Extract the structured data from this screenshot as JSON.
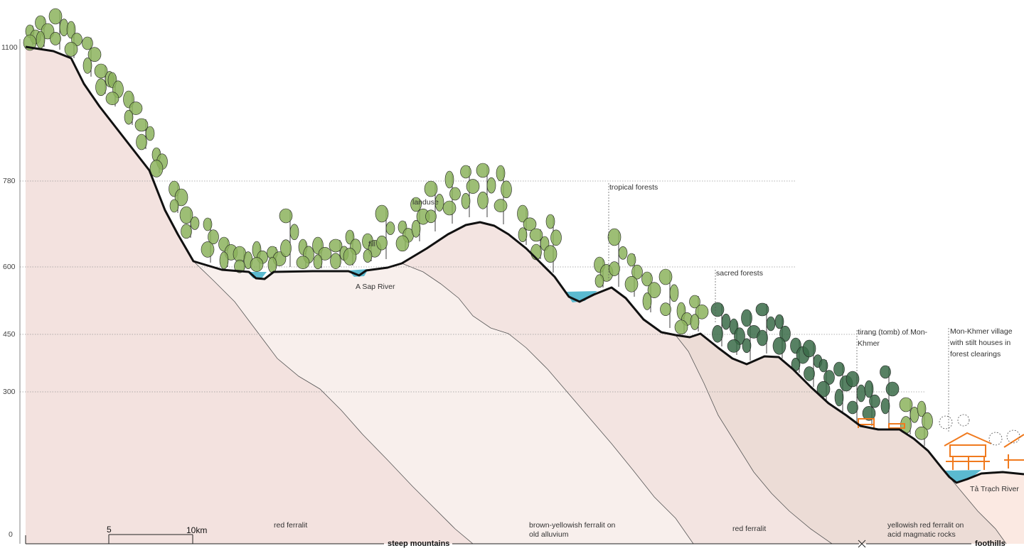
{
  "colors": {
    "layer_1": "#f3e2df",
    "layer_2": "#f8efec",
    "layer_3": "#f3e4e1",
    "layer_4": "#ecdcd6",
    "layer_5": "#fbe9e2",
    "terrain_line": "#111111",
    "river": "#5bbad0",
    "stilt_houses": "#f07a1e",
    "tree_light": "#8cb35d",
    "tree_dark": "#3a6b48"
  },
  "y_axis": {
    "ticks": [
      "1100",
      "780",
      "600",
      "450",
      "300",
      "0"
    ]
  },
  "rivers": {
    "a_sap": "A Sap River",
    "ta_trach": "Tả Trạch River"
  },
  "annotations": {
    "tropical_forests": "tropical forests",
    "sacred_forests": "sacred forests",
    "tomb_line1": "tirang (tomb) of Mon-",
    "tomb_line2": "Khmer",
    "village_line1": "Mon-Khmer village",
    "village_line2": "with stilt houses in",
    "village_line3": "forest clearings",
    "fill": "fill",
    "landuse": "landuse"
  },
  "soils": {
    "red_ferralit_1": "red ferralit",
    "brown_line1": "brown-yellowish ferralit on",
    "brown_line2": "old alluvium",
    "red_ferralit_2": "red ferralit",
    "yellow_line1": "yellowish red ferralit on",
    "yellow_line2": "acid magmatic rocks"
  },
  "zones": {
    "steep": "steep mountains",
    "foothills": "foothills"
  },
  "scale_bar": {
    "label_mid": "5",
    "label_end": "10km"
  }
}
